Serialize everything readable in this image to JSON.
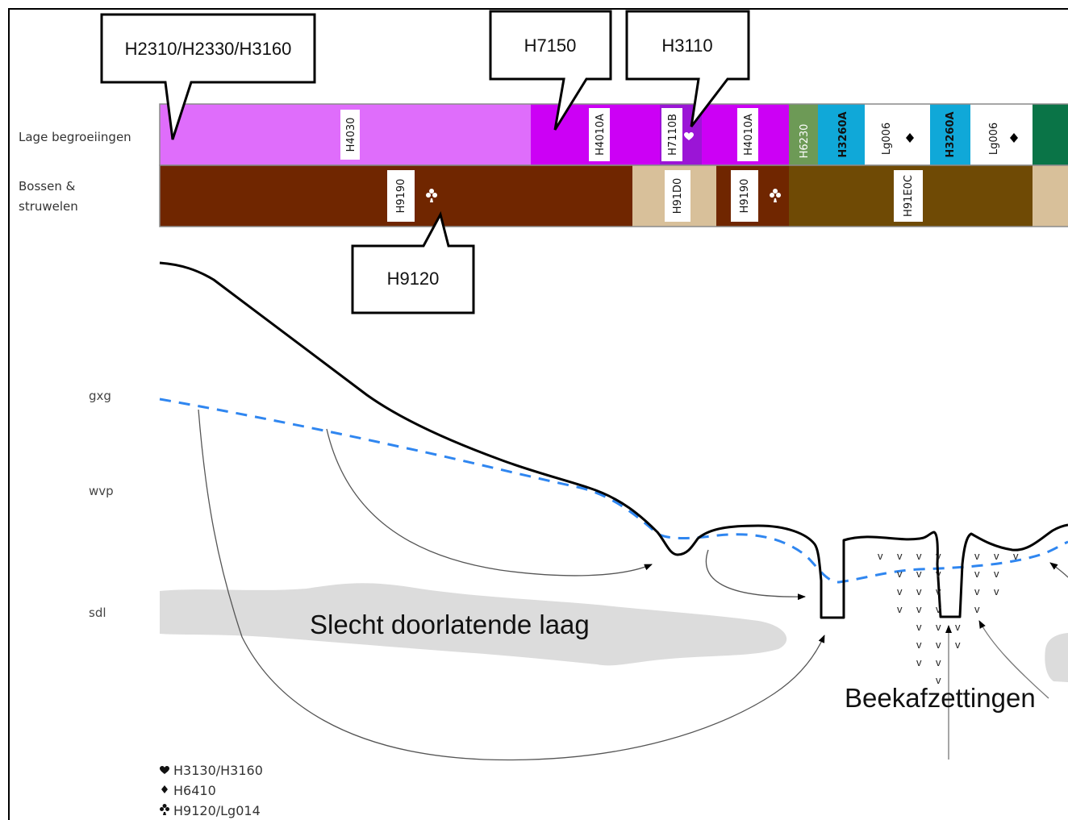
{
  "rows": {
    "low_vegetation": "Lage begroeiingen",
    "forest_line1": "Bossen &",
    "forest_line2": "struwelen"
  },
  "low_vegetation_habitats": [
    "H4030",
    "H4010A",
    "H7110B",
    "H4010A",
    "H6230",
    "H3260A",
    "Lg006",
    "H3260A",
    "Lg006"
  ],
  "forest_habitats": [
    "H9190",
    "H91D0",
    "H9190",
    "H91E0C"
  ],
  "callouts": {
    "c1": "H2310/H2330/H3160",
    "c2": "H7150",
    "c3": "H3110",
    "c4": "H9120"
  },
  "levels": {
    "gxg": "gxg",
    "wvp": "wvp",
    "sdl": "sdl"
  },
  "labels": {
    "layer": "Slecht doorlatende laag",
    "deposits": "Beekafzettingen"
  },
  "legend": [
    "H3130/H3160",
    "H6410",
    "H9120/Lg014"
  ],
  "colors": {
    "heath_pink": "#df6dfb",
    "wet_heath_magenta": "#cc00f5",
    "bog_purple": "#9b15d6",
    "grassland_green": "#6d9a56",
    "water_blue": "#10a8d8",
    "forest_dark_brown": "#702600",
    "forest_tan": "#d8c09a",
    "alluvial_brown": "#6f4a05",
    "teal_green": "#0a7447",
    "groundwater_blue": "#2f86f0",
    "impermeable_grey": "#dddddd"
  }
}
